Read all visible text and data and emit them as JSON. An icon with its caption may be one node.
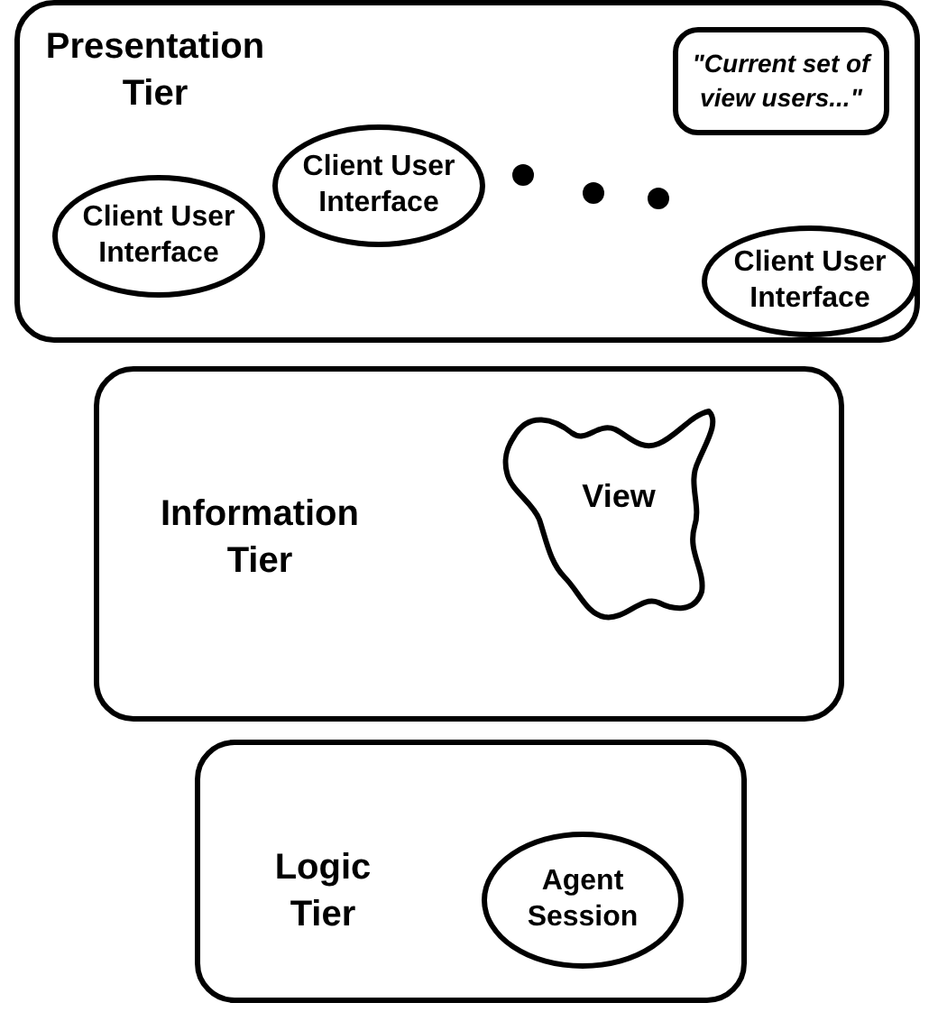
{
  "diagram": {
    "nodes": [
      {
        "text": [
          "Presentation Tier"
        ]
      },
      {
        "text": [
          "Client User Interface"
        ],
        "in": 0
      },
      {
        "text": [
          "Client User Interface"
        ],
        "in": 0
      },
      {
        "text": [
          "\"Current set of view users...\""
        ],
        "in": 0
      },
      {
        "text": [
          "Client User Interface"
        ],
        "in": 0
      },
      {
        "text": [
          "Information Tier"
        ]
      },
      {
        "text": [
          "View"
        ],
        "in": 5
      },
      {
        "text": [
          "Logic Tier"
        ]
      },
      {
        "text": [
          "Agent Session"
        ],
        "in": 7
      }
    ]
  }
}
